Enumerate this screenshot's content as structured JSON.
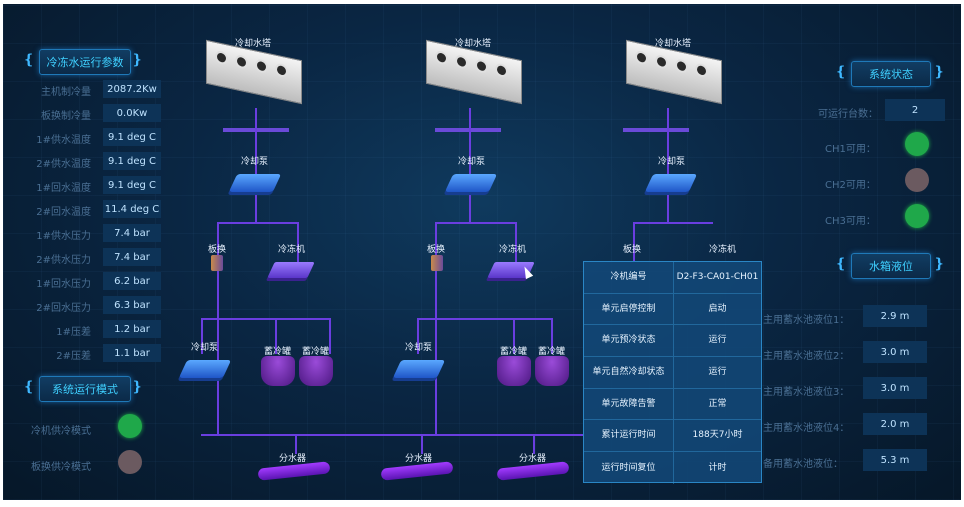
{
  "left_panel": {
    "params_title": "冷冻水运行参数",
    "params": [
      {
        "label": "主机制冷量",
        "value": "2087.2Kw"
      },
      {
        "label": "板换制冷量",
        "value": "0.0Kw"
      },
      {
        "label": "1#供水温度",
        "value": "9.1 deg C"
      },
      {
        "label": "2#供水温度",
        "value": "9.1 deg C"
      },
      {
        "label": "1#回水温度",
        "value": "9.1 deg C"
      },
      {
        "label": "2#回水温度",
        "value": "11.4 deg C"
      },
      {
        "label": "1#供水压力",
        "value": "7.4 bar"
      },
      {
        "label": "2#供水压力",
        "value": "7.4 bar"
      },
      {
        "label": "1#回水压力",
        "value": "6.2 bar"
      },
      {
        "label": "2#回水压力",
        "value": "6.3 bar"
      },
      {
        "label": "1#压差",
        "value": "1.2 bar"
      },
      {
        "label": "2#压差",
        "value": "1.1 bar"
      }
    ],
    "mode_title": "系统运行模式",
    "modes": [
      {
        "label": "冷机供冷模式",
        "state": "on"
      },
      {
        "label": "板换供冷模式",
        "state": "off"
      }
    ]
  },
  "right_panel": {
    "status_title": "系统状态",
    "available_label": "可运行台数：",
    "available_value": "2",
    "units": [
      {
        "label": "CH1可用：",
        "state": "on"
      },
      {
        "label": "CH2可用：",
        "state": "off"
      },
      {
        "label": "CH3可用：",
        "state": "on"
      }
    ],
    "level_title": "水箱液位",
    "levels": [
      {
        "label": "主用蓄水池液位1：",
        "value": "2.9 m"
      },
      {
        "label": "主用蓄水池液位2：",
        "value": "3.0 m"
      },
      {
        "label": "主用蓄水池液位3：",
        "value": "3.0 m"
      },
      {
        "label": "主用蓄水池液位4：",
        "value": "2.0 m"
      },
      {
        "label": "备用蓄水池液位：",
        "value": "5.3 m"
      }
    ]
  },
  "diagram": {
    "tower_label": "冷却水塔",
    "pump_label": "冷却泵",
    "hex_label": "板换",
    "chiller_label": "冷冻机",
    "tank_label": "蓄冷罐",
    "manifold_label": "分水器"
  },
  "popup": {
    "rows": [
      {
        "key": "冷机编号",
        "value": "D2-F3-CA01-CH01"
      },
      {
        "key": "单元启停控制",
        "value": "启动"
      },
      {
        "key": "单元预冷状态",
        "value": "运行"
      },
      {
        "key": "单元自然冷却状态",
        "value": "运行"
      },
      {
        "key": "单元故障告警",
        "value": "正常"
      },
      {
        "key": "累计运行时间",
        "value": "188天7小时"
      },
      {
        "key": "运行时间复位",
        "value": "计时"
      }
    ]
  },
  "colors": {
    "on": "#1fa84a",
    "off": "#6b5a60",
    "accent": "#3fd0ff",
    "pipe": "#6a3ee0"
  }
}
